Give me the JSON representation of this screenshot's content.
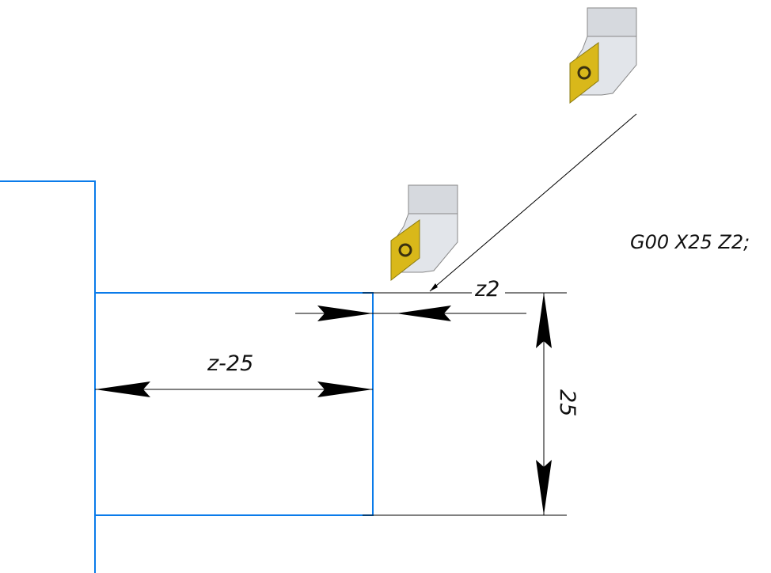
{
  "diagram": {
    "title": "CNC lathe rapid positioning",
    "gcode_label": "G00 X25 Z2;",
    "dimensions": {
      "z_offset": "z2",
      "z_length": "z-25",
      "x_diameter": "25"
    },
    "colors": {
      "workpiece_outline": "#0a7bea",
      "dimension_lines": "#000000",
      "tool_holder": "#d8dbe0",
      "tool_insert": "#d9b81a"
    },
    "tools": [
      {
        "name": "tool-start-position"
      },
      {
        "name": "tool-end-position"
      }
    ]
  }
}
